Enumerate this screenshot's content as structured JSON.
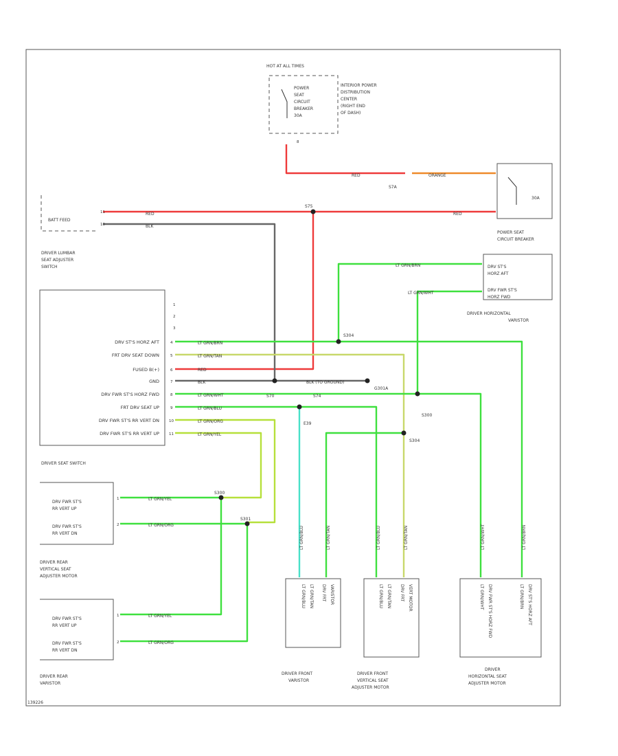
{
  "diagram_id": "139226",
  "colors": {
    "red": "#ee3a3a",
    "black": "#666666",
    "orange": "#ee8a2a",
    "lt_green": "#3ee03e",
    "lt_green_yellow": "#b6e03a",
    "lt_green_tan": "#c8d86a",
    "lt_green_blue": "#48e0c8",
    "frame": "#555555"
  },
  "fuse_panel": {
    "hot_label": "HOT AT ALL TIMES",
    "fuse_lines": [
      "POWER",
      "SEAT",
      "CIRCUIT",
      "BREAKER",
      "30A"
    ],
    "location_lines": [
      "INTERIOR POWER",
      "DISTRIBUTION",
      "CENTER",
      "(RIGHT END",
      "OF DASH)"
    ],
    "pin": "8"
  },
  "power_seat_cb": {
    "rating": "30A",
    "label_lines": [
      "POWER SEAT",
      "CIRCUIT BREAKER"
    ]
  },
  "lumbar_switch": {
    "text": "BATT FEED",
    "pin_red": "11",
    "pin_blk": "10",
    "label_lines": [
      "DRIVER LUMBAR",
      "SEAT ADJUSTER",
      "SWITCH"
    ]
  },
  "horiz_varistor": {
    "lines": [
      "DRV ST'S",
      "HORZ AFT",
      "DRV FWR ST'S",
      "HORZ FWD"
    ],
    "label_lines": [
      "DRIVER HORIZONTAL",
      "VARISTOR"
    ]
  },
  "seat_switch": {
    "rows": [
      "DRV ST'S HORZ AFT",
      "FRT DRV SEAT DOWN",
      "FUSED B(+)",
      "GND",
      "DRV FWR ST'S HORZ FWD",
      "FRT DRV SEAT UP",
      "DRV FWR ST'S RR VERT DN",
      "DRV FWR ST'S RR VERT UP"
    ],
    "pins_top": [
      "1",
      "2",
      "3"
    ],
    "pins": [
      "4",
      "5",
      "6",
      "7",
      "8",
      "9",
      "10",
      "11"
    ],
    "label": "DRIVER SEAT SWITCH"
  },
  "rear_motor": {
    "lines": [
      "DRV FWR ST'S",
      "RR VERT UP",
      "DRV FWR ST'S",
      "RR VERT DN"
    ],
    "pins": [
      "1",
      "2"
    ],
    "label_lines": [
      "DRIVER REAR",
      "VERTICAL SEAT",
      "ADJUSTER MOTOR"
    ]
  },
  "rear_varistor": {
    "lines": [
      "DRV FWR ST'S",
      "RR VERT UP",
      "DRV FWR ST'S",
      "RR VERT DN"
    ],
    "pins": [
      "1",
      "2"
    ],
    "label_lines": [
      "DRIVER REAR",
      "VARISTOR"
    ]
  },
  "front_varistor": {
    "cols": [
      "LT GRN/BLU",
      "LT GRN/TAN",
      "DRV FRT",
      "VARISTOR"
    ],
    "label_lines": [
      "DRIVER FRONT",
      "VARISTOR"
    ]
  },
  "front_motor": {
    "cols": [
      "LT GRN/BLU",
      "LT GRN/TAN",
      "DRV FRT",
      "VERT MOTOR"
    ],
    "label_lines": [
      "DRIVER FRONT",
      "VERTICAL SEAT",
      "ADJUSTER MOTOR"
    ]
  },
  "horiz_motor": {
    "cols": [
      "LT GRN/WHT",
      "DRV FWR ST'S HORZ FWD",
      "LT GRN/BRN",
      "DRV ST'S HORZ AFT"
    ],
    "label_lines": [
      "DRIVER",
      "HORIZONTAL SEAT",
      "ADJUSTER MOTOR"
    ]
  },
  "wires": {
    "red": "RED",
    "orange": "ORANGE",
    "blk": "BLK",
    "lt_grn_brn": "LT GRN/BRN",
    "lt_grn_tan": "LT GRN/TAN",
    "lt_grn_wht": "LT GRN/WHT",
    "lt_grn_blu": "LT GRN/BLU",
    "lt_grn_org": "LT GRN/ORG",
    "lt_grn_yel": "LT GRN/YEL",
    "blk_to_ground": "BLK (TO GROUND)",
    "v_lt_grn_blu": "LT GRN/BLU",
    "v_lt_grn_tan": "LT GRN/TAN",
    "v_lt_grn_wht": "LT GRN/WHT",
    "v_lt_grn_brn": "LT GRN/BRN"
  },
  "splices": {
    "s_top": "S7A",
    "s_batt": "S75",
    "s_mid": "S304",
    "s_gnd": "G301A",
    "s_s70": "S70",
    "s_s74": "S74",
    "s_e39": "E39",
    "s_s300": "S300",
    "s_s304a": "S304",
    "s_rr1": "S300",
    "s_rr2": "S301"
  }
}
